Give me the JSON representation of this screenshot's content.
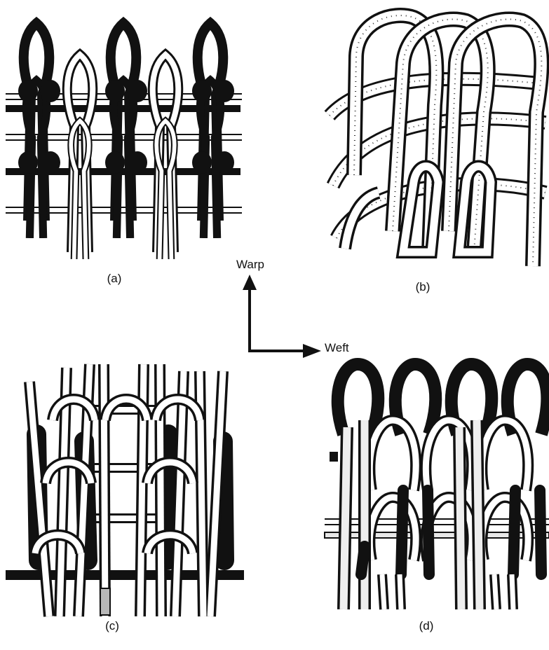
{
  "labels": {
    "a": "(a)",
    "b": "(b)",
    "c": "(c)",
    "d": "(d)"
  },
  "axes": {
    "warp": "Warp",
    "weft": "Weft"
  },
  "colors": {
    "ink": "#111111",
    "paper": "#ffffff",
    "gray_fill": "#b8b8b8"
  }
}
